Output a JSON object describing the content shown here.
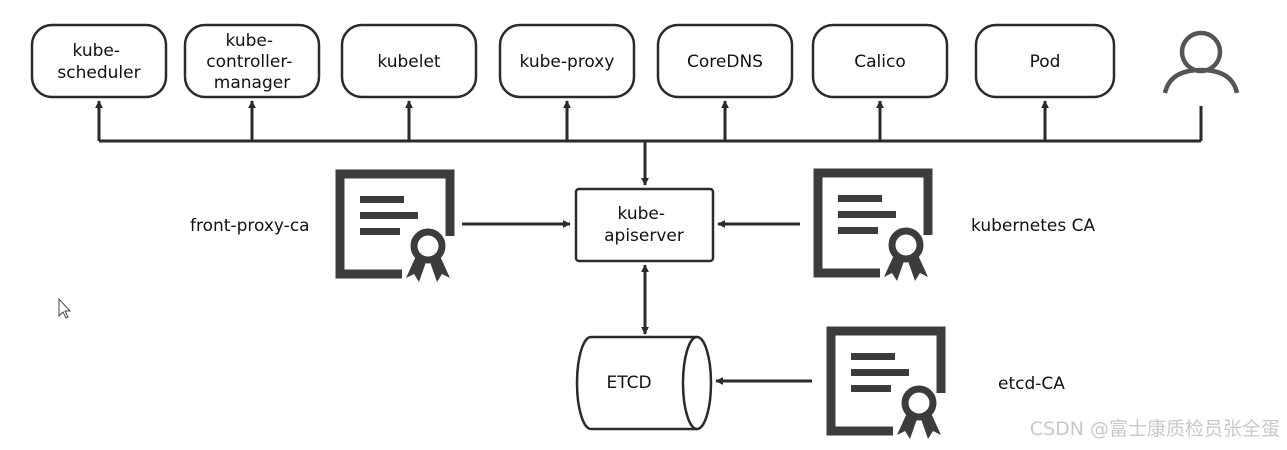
{
  "components": [
    {
      "id": "kube-scheduler",
      "lines": [
        "kube-",
        "scheduler"
      ]
    },
    {
      "id": "kube-controller-manager",
      "lines": [
        "kube-",
        "controller-",
        "manager"
      ]
    },
    {
      "id": "kubelet",
      "lines": [
        "kubelet"
      ]
    },
    {
      "id": "kube-proxy",
      "lines": [
        "kube-proxy"
      ]
    },
    {
      "id": "coredns",
      "lines": [
        "CoreDNS"
      ]
    },
    {
      "id": "calico",
      "lines": [
        "Calico"
      ]
    },
    {
      "id": "pod",
      "lines": [
        "Pod"
      ]
    }
  ],
  "apiserver": {
    "lines": [
      "kube-",
      "apiserver"
    ]
  },
  "etcd": {
    "label": "ETCD"
  },
  "cas": {
    "front_proxy": "front-proxy-ca",
    "kubernetes": "kubernetes CA",
    "etcd": "etcd-CA"
  },
  "user_icon": "user-icon",
  "certificate_icon": "certificate-icon",
  "watermark": "CSDN @富士康质检员张全蛋",
  "colors": {
    "line": "#2b2b2b",
    "cert": "#3c3c3c",
    "user": "#555555",
    "watermark": "#c8c8c8"
  }
}
